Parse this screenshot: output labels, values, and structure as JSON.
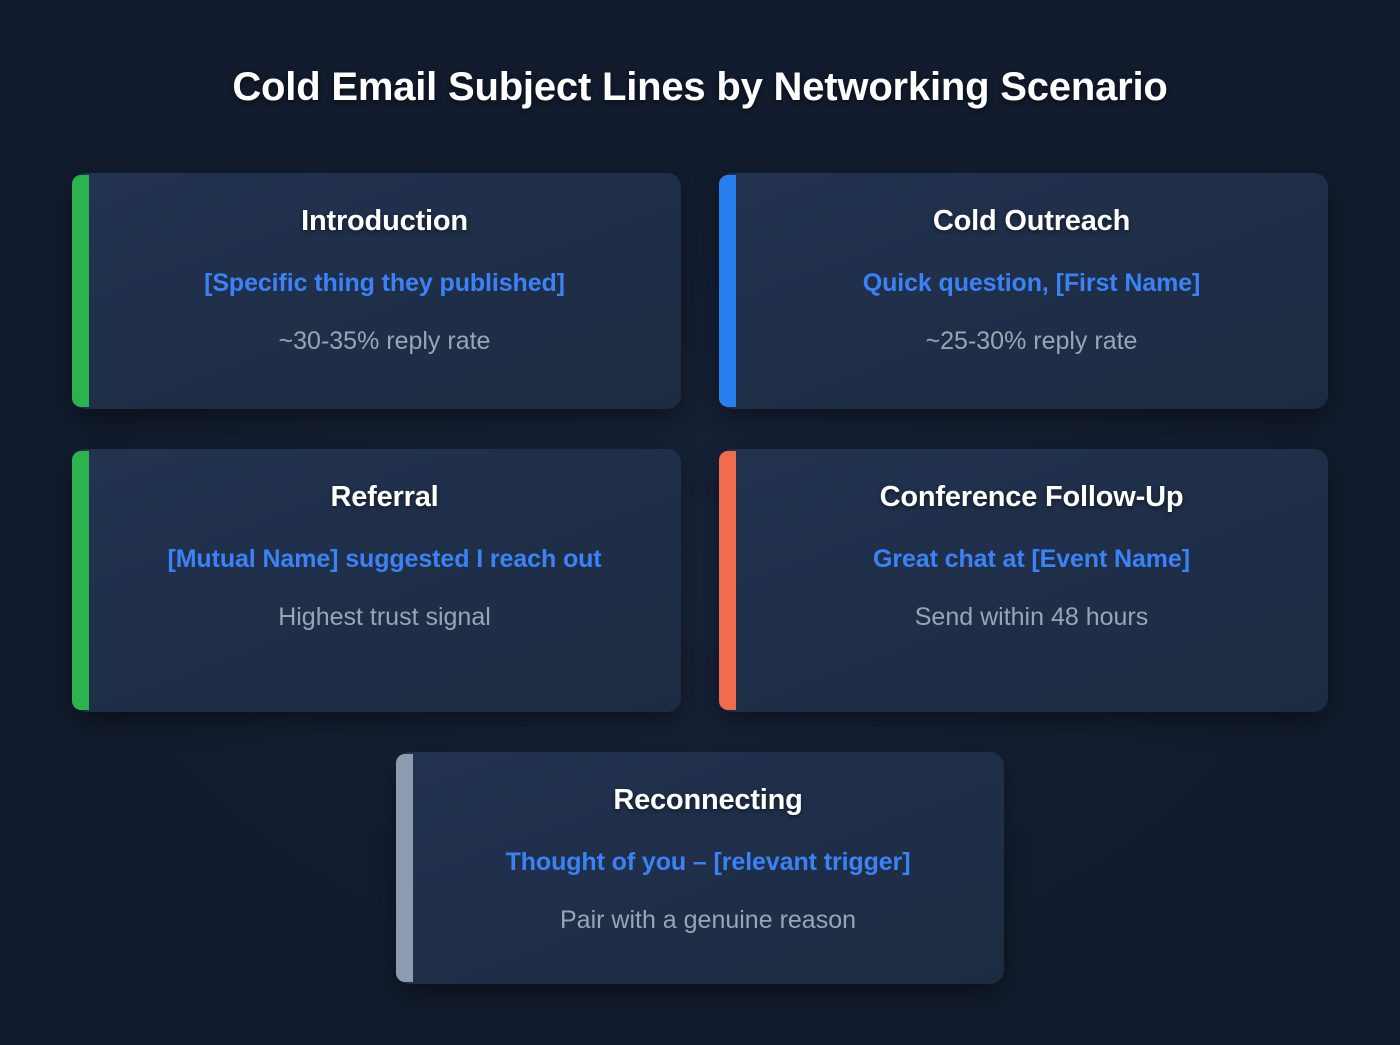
{
  "header": {
    "title": "Cold Email Subject Lines by Networking Scenario"
  },
  "theme": {
    "page_background": "#121c2e",
    "card_background": "#1f2e45",
    "title_color": "#ffffff",
    "subject_color": "#3b82f6",
    "meta_color": "#9aa5b4"
  },
  "cards": [
    {
      "title": "Introduction",
      "subject": "[Specific thing they published]",
      "meta": "~30-35% reply rate",
      "accent": "#2ab34f",
      "accent_name": "green"
    },
    {
      "title": "Cold Outreach",
      "subject": "Quick question, [First Name]",
      "meta": "~25-30% reply rate",
      "accent": "#2a7ff0",
      "accent_name": "blue"
    },
    {
      "title": "Referral",
      "subject": "[Mutual Name] suggested I reach out",
      "meta": "Highest trust signal",
      "accent": "#2ab34f",
      "accent_name": "green"
    },
    {
      "title": "Conference Follow-Up",
      "subject": "Great chat at [Event Name]",
      "meta": "Send within 48 hours",
      "accent": "#f26b4c",
      "accent_name": "orange"
    },
    {
      "title": "Reconnecting",
      "subject": "Thought of you – [relevant trigger]",
      "meta": "Pair with a genuine reason",
      "accent": "#8c9bb0",
      "accent_name": "gray"
    }
  ]
}
